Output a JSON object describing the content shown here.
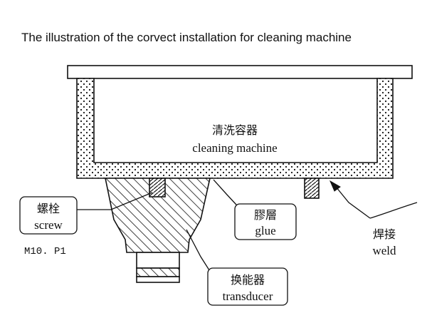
{
  "title": "The illustration of the corvect installation for cleaning machine",
  "container_label": {
    "cn": "清洗容器",
    "en": "cleaning machine"
  },
  "callouts": {
    "screw": {
      "cn": "螺栓",
      "en": "screw"
    },
    "glue": {
      "cn": "膠層",
      "en": "glue"
    },
    "weld": {
      "cn": "焊接",
      "en": "weld"
    },
    "transducer": {
      "cn": "换能器",
      "en": "transducer"
    }
  },
  "model_code": "M10. P1",
  "colors": {
    "ink": "#111111",
    "paper": "#ffffff"
  }
}
